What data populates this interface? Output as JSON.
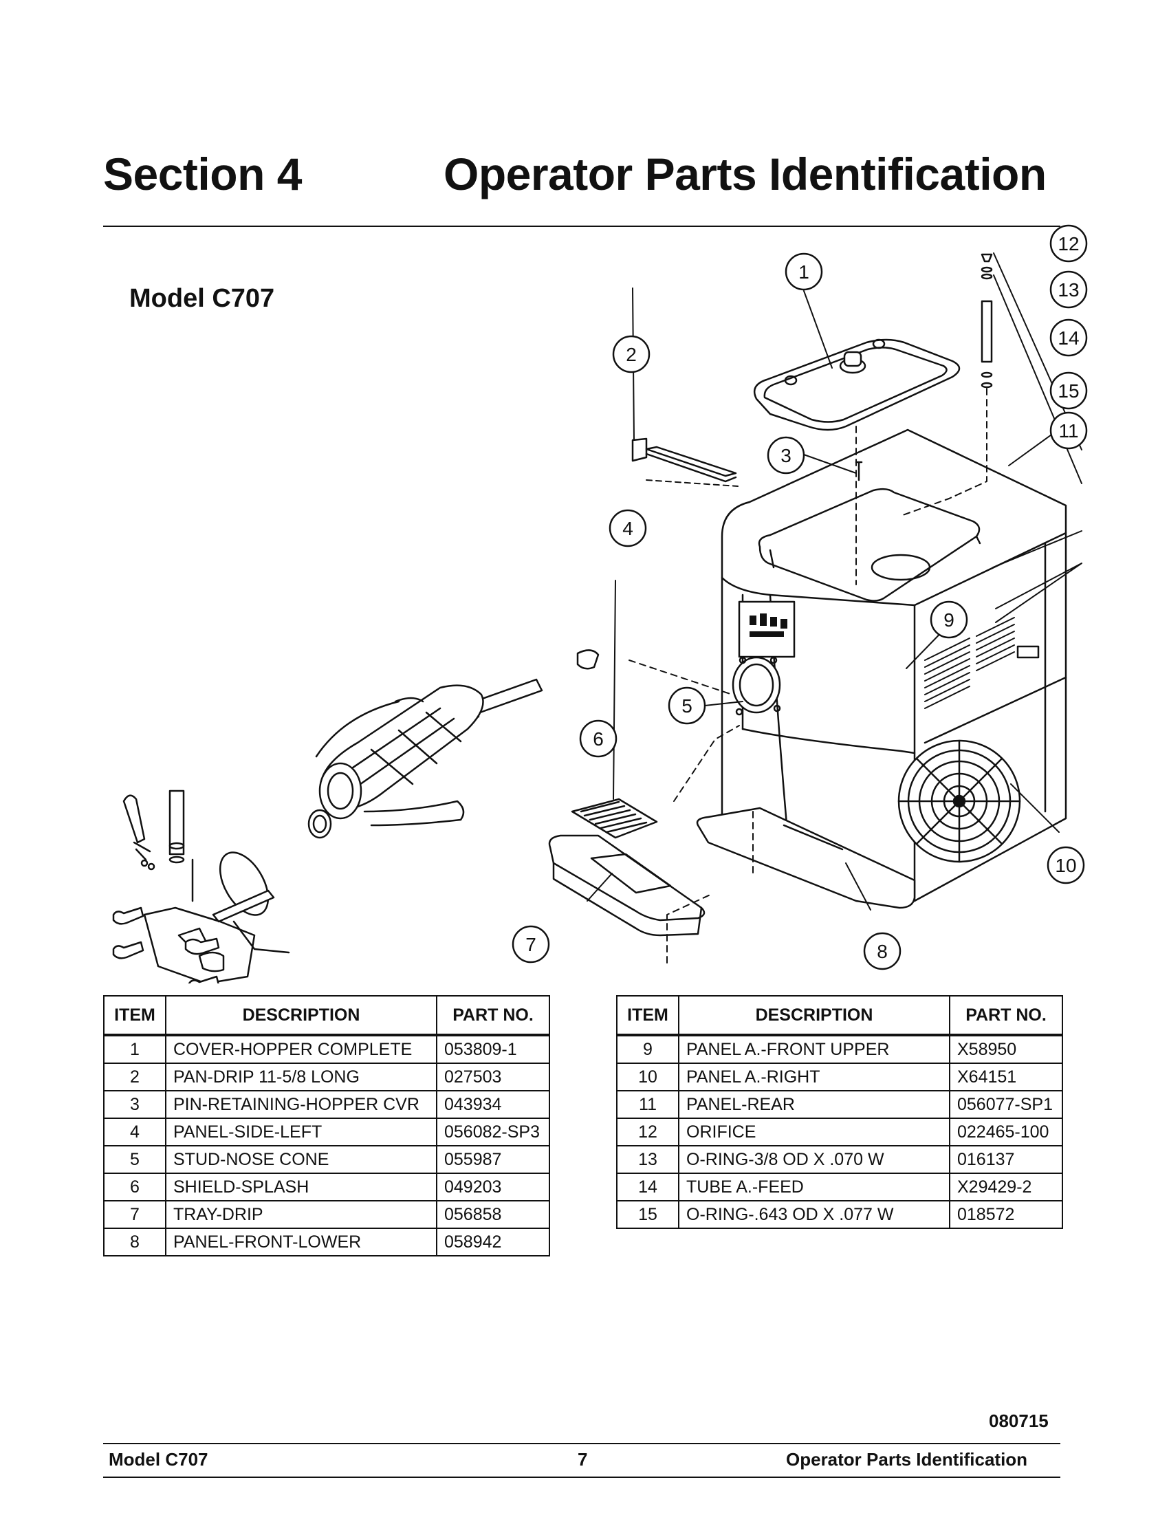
{
  "header": {
    "section_label": "Section 4",
    "section_title": "Operator Parts Identification"
  },
  "model_heading": "Model C707",
  "diagram": {
    "callouts": [
      "1",
      "2",
      "3",
      "4",
      "5",
      "6",
      "7",
      "8",
      "9",
      "10",
      "11",
      "12",
      "13",
      "14",
      "15"
    ]
  },
  "parts_table": {
    "columns": [
      "ITEM",
      "DESCRIPTION",
      "PART NO."
    ],
    "left_rows": [
      {
        "item": "1",
        "description": "COVER-HOPPER COMPLETE",
        "part_no": "053809-1"
      },
      {
        "item": "2",
        "description": "PAN-DRIP 11-5/8 LONG",
        "part_no": "027503"
      },
      {
        "item": "3",
        "description": "PIN-RETAINING-HOPPER CVR",
        "part_no": "043934"
      },
      {
        "item": "4",
        "description": "PANEL-SIDE-LEFT",
        "part_no": "056082-SP3"
      },
      {
        "item": "5",
        "description": "STUD-NOSE CONE",
        "part_no": "055987"
      },
      {
        "item": "6",
        "description": "SHIELD-SPLASH",
        "part_no": "049203"
      },
      {
        "item": "7",
        "description": "TRAY-DRIP",
        "part_no": "056858"
      },
      {
        "item": "8",
        "description": "PANEL-FRONT-LOWER",
        "part_no": "058942"
      }
    ],
    "right_rows": [
      {
        "item": "9",
        "description": "PANEL A.-FRONT UPPER",
        "part_no": "X58950"
      },
      {
        "item": "10",
        "description": "PANEL A.-RIGHT",
        "part_no": "X64151"
      },
      {
        "item": "11",
        "description": "PANEL-REAR",
        "part_no": "056077-SP1"
      },
      {
        "item": "12",
        "description": "ORIFICE",
        "part_no": "022465-100"
      },
      {
        "item": "13",
        "description": "O-RING-3/8 OD X .070 W",
        "part_no": "016137"
      },
      {
        "item": "14",
        "description": "TUBE A.-FEED",
        "part_no": "X29429-2"
      },
      {
        "item": "15",
        "description": "O-RING-.643 OD X .077 W",
        "part_no": "018572"
      }
    ]
  },
  "footer": {
    "doc_code": "080715",
    "left": "Model C707",
    "page": "7",
    "right": "Operator Parts Identification"
  }
}
